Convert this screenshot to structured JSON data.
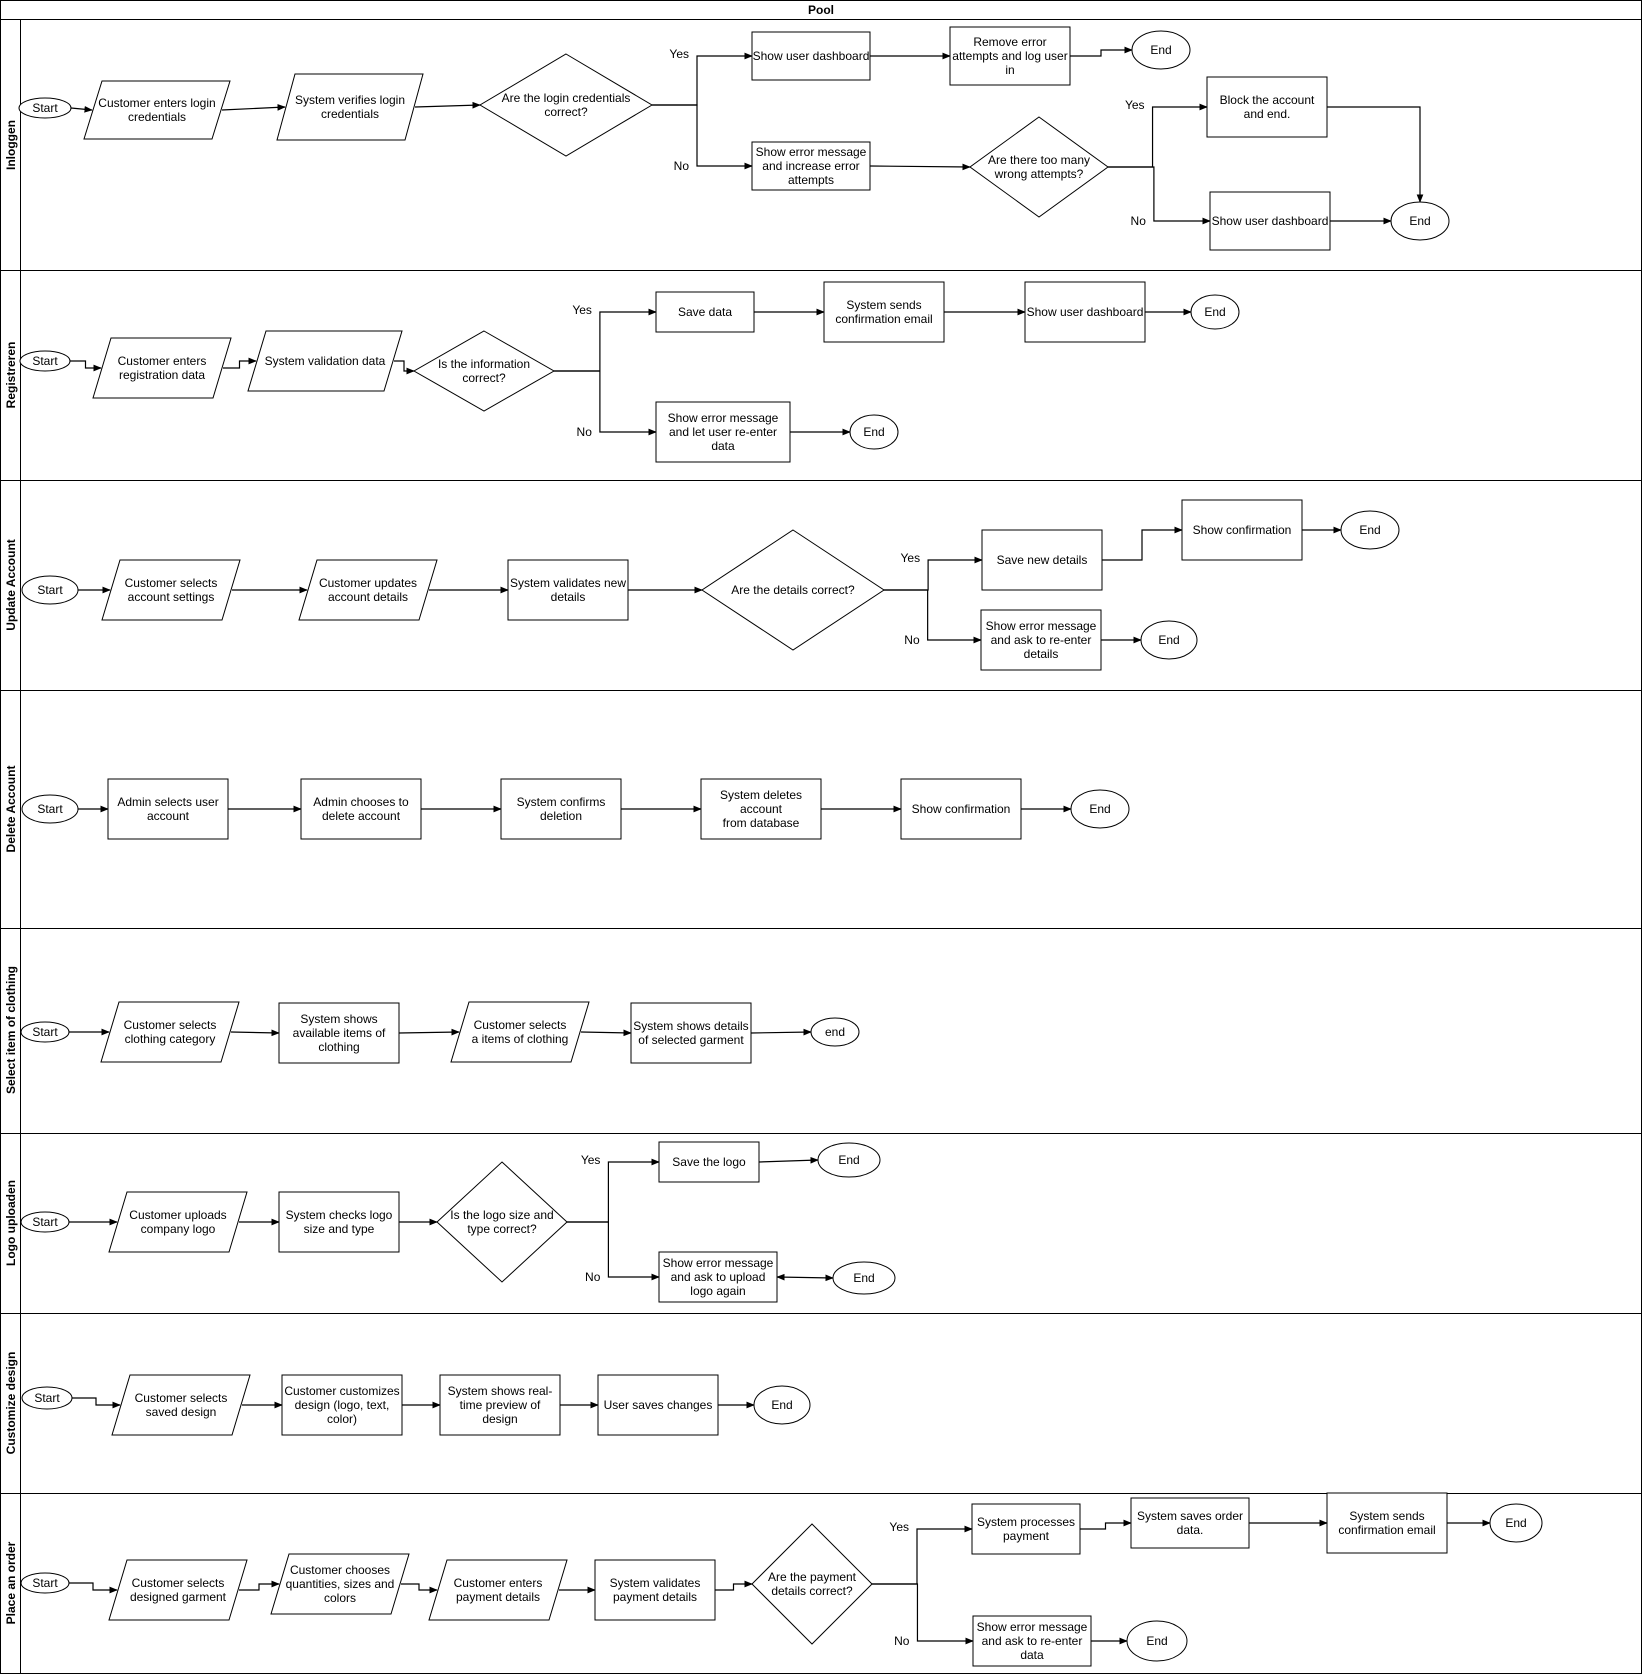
{
  "pool": {
    "title": "Pool"
  },
  "lanes": [
    {
      "name": "Inloggen"
    },
    {
      "name": "Registreren"
    },
    {
      "name": "Update Account"
    },
    {
      "name": "Delete Account"
    },
    {
      "name": "Select item of clothing"
    },
    {
      "name": "Logo uploaden"
    },
    {
      "name": "Customize design"
    },
    {
      "name": "Place an order"
    }
  ],
  "nodes": [
    {
      "id": "l1_start",
      "lane": 0,
      "shape": "ellipse",
      "lines": [
        "Start"
      ]
    },
    {
      "id": "l1_enter",
      "lane": 0,
      "shape": "parallelogram",
      "lines": [
        "Customer enters login",
        "credentials"
      ]
    },
    {
      "id": "l1_verify",
      "lane": 0,
      "shape": "parallelogram",
      "lines": [
        "System verifies login",
        "credentials"
      ]
    },
    {
      "id": "l1_dec",
      "lane": 0,
      "shape": "diamond",
      "lines": [
        "Are the login credentials",
        "correct?"
      ]
    },
    {
      "id": "l1_dash",
      "lane": 0,
      "shape": "rect",
      "lines": [
        "Show user dashboard"
      ]
    },
    {
      "id": "l1_remove",
      "lane": 0,
      "shape": "rect",
      "lines": [
        "Remove error",
        "attempts and log user",
        "in"
      ]
    },
    {
      "id": "l1_end1",
      "lane": 0,
      "shape": "ellipse",
      "lines": [
        "End"
      ]
    },
    {
      "id": "l1_err",
      "lane": 0,
      "shape": "rect",
      "lines": [
        "Show error message",
        "and increase error",
        "attempts"
      ]
    },
    {
      "id": "l1_dec2",
      "lane": 0,
      "shape": "diamond",
      "lines": [
        "Are there too many",
        "wrong attempts?"
      ]
    },
    {
      "id": "l1_block",
      "lane": 0,
      "shape": "rect",
      "lines": [
        "Block the account",
        "and end."
      ]
    },
    {
      "id": "l1_dash2",
      "lane": 0,
      "shape": "rect",
      "lines": [
        "Show user dashboard"
      ]
    },
    {
      "id": "l1_end2",
      "lane": 0,
      "shape": "ellipse",
      "lines": [
        "End"
      ]
    },
    {
      "id": "l2_start",
      "lane": 1,
      "shape": "ellipse",
      "lines": [
        "Start"
      ]
    },
    {
      "id": "l2_enter",
      "lane": 1,
      "shape": "parallelogram",
      "lines": [
        "Customer enters",
        "registration data"
      ]
    },
    {
      "id": "l2_valid",
      "lane": 1,
      "shape": "parallelogram",
      "lines": [
        "System validation data"
      ]
    },
    {
      "id": "l2_dec",
      "lane": 1,
      "shape": "diamond",
      "lines": [
        "Is the information",
        "correct?"
      ]
    },
    {
      "id": "l2_save",
      "lane": 1,
      "shape": "rect",
      "lines": [
        "Save data"
      ]
    },
    {
      "id": "l2_mail",
      "lane": 1,
      "shape": "rect",
      "lines": [
        "System sends",
        "confirmation email"
      ]
    },
    {
      "id": "l2_dash",
      "lane": 1,
      "shape": "rect",
      "lines": [
        "Show user dashboard"
      ]
    },
    {
      "id": "l2_end1",
      "lane": 1,
      "shape": "ellipse",
      "lines": [
        "End"
      ]
    },
    {
      "id": "l2_err",
      "lane": 1,
      "shape": "rect",
      "lines": [
        "Show error message",
        "and let user re-enter",
        "data"
      ]
    },
    {
      "id": "l2_end2",
      "lane": 1,
      "shape": "ellipse",
      "lines": [
        "End"
      ]
    },
    {
      "id": "l3_start",
      "lane": 2,
      "shape": "ellipse",
      "lines": [
        "Start"
      ]
    },
    {
      "id": "l3_sel",
      "lane": 2,
      "shape": "parallelogram",
      "lines": [
        "Customer selects",
        "account settings"
      ]
    },
    {
      "id": "l3_upd",
      "lane": 2,
      "shape": "parallelogram",
      "lines": [
        "Customer updates",
        "account details"
      ]
    },
    {
      "id": "l3_val",
      "lane": 2,
      "shape": "rect",
      "lines": [
        "System validates new",
        "details"
      ]
    },
    {
      "id": "l3_dec",
      "lane": 2,
      "shape": "diamond",
      "lines": [
        "Are the details correct?"
      ]
    },
    {
      "id": "l3_save",
      "lane": 2,
      "shape": "rect",
      "lines": [
        "Save new details"
      ]
    },
    {
      "id": "l3_conf",
      "lane": 2,
      "shape": "rect",
      "lines": [
        "Show confirmation"
      ]
    },
    {
      "id": "l3_end1",
      "lane": 2,
      "shape": "ellipse",
      "lines": [
        "End"
      ]
    },
    {
      "id": "l3_err",
      "lane": 2,
      "shape": "rect",
      "lines": [
        "Show error message",
        "and ask to re-enter",
        "details"
      ]
    },
    {
      "id": "l3_end2",
      "lane": 2,
      "shape": "ellipse",
      "lines": [
        "End"
      ]
    },
    {
      "id": "l4_start",
      "lane": 3,
      "shape": "ellipse",
      "lines": [
        "Start"
      ]
    },
    {
      "id": "l4_sel",
      "lane": 3,
      "shape": "rect",
      "lines": [
        "Admin selects user",
        "account"
      ]
    },
    {
      "id": "l4_choose",
      "lane": 3,
      "shape": "rect",
      "lines": [
        "Admin chooses to",
        "delete account"
      ]
    },
    {
      "id": "l4_confirm",
      "lane": 3,
      "shape": "rect",
      "lines": [
        "System confirms",
        "deletion"
      ]
    },
    {
      "id": "l4_del",
      "lane": 3,
      "shape": "rect",
      "lines": [
        "System deletes",
        "account",
        "from database"
      ]
    },
    {
      "id": "l4_show",
      "lane": 3,
      "shape": "rect",
      "lines": [
        "Show confirmation"
      ]
    },
    {
      "id": "l4_end",
      "lane": 3,
      "shape": "ellipse",
      "lines": [
        "End"
      ]
    },
    {
      "id": "l5_start",
      "lane": 4,
      "shape": "ellipse",
      "lines": [
        "Start"
      ]
    },
    {
      "id": "l5_cat",
      "lane": 4,
      "shape": "parallelogram",
      "lines": [
        "Customer selects",
        "clothing category"
      ]
    },
    {
      "id": "l5_avail",
      "lane": 4,
      "shape": "rect",
      "lines": [
        "System shows",
        "available items of",
        "clothing"
      ]
    },
    {
      "id": "l5_item",
      "lane": 4,
      "shape": "parallelogram",
      "lines": [
        "Customer selects",
        "a items of clothing"
      ]
    },
    {
      "id": "l5_det",
      "lane": 4,
      "shape": "rect",
      "lines": [
        "System shows details",
        "of selected garment"
      ]
    },
    {
      "id": "l5_end",
      "lane": 4,
      "shape": "ellipse",
      "lines": [
        "end"
      ]
    },
    {
      "id": "l6_start",
      "lane": 5,
      "shape": "ellipse",
      "lines": [
        "Start"
      ]
    },
    {
      "id": "l6_up",
      "lane": 5,
      "shape": "parallelogram",
      "lines": [
        "Customer uploads",
        "company logo"
      ]
    },
    {
      "id": "l6_check",
      "lane": 5,
      "shape": "rect",
      "lines": [
        "System checks logo",
        "size and type"
      ]
    },
    {
      "id": "l6_dec",
      "lane": 5,
      "shape": "diamond",
      "lines": [
        "Is the logo size and",
        "type correct?"
      ]
    },
    {
      "id": "l6_save",
      "lane": 5,
      "shape": "rect",
      "lines": [
        "Save the logo"
      ]
    },
    {
      "id": "l6_end1",
      "lane": 5,
      "shape": "ellipse",
      "lines": [
        "End"
      ]
    },
    {
      "id": "l6_err",
      "lane": 5,
      "shape": "rect",
      "lines": [
        "Show error message",
        "and ask to upload",
        "logo again"
      ]
    },
    {
      "id": "l6_end2",
      "lane": 5,
      "shape": "ellipse",
      "lines": [
        "End"
      ]
    },
    {
      "id": "l7_start",
      "lane": 6,
      "shape": "ellipse",
      "lines": [
        "Start"
      ]
    },
    {
      "id": "l7_sel",
      "lane": 6,
      "shape": "parallelogram",
      "lines": [
        "Customer selects",
        "saved design"
      ]
    },
    {
      "id": "l7_cust",
      "lane": 6,
      "shape": "rect",
      "lines": [
        "Customer customizes",
        "design (logo, text,",
        "color)"
      ]
    },
    {
      "id": "l7_prev",
      "lane": 6,
      "shape": "rect",
      "lines": [
        "System shows real-",
        "time preview of",
        "design"
      ]
    },
    {
      "id": "l7_save",
      "lane": 6,
      "shape": "rect",
      "lines": [
        "User saves changes"
      ]
    },
    {
      "id": "l7_end",
      "lane": 6,
      "shape": "ellipse",
      "lines": [
        "End"
      ]
    },
    {
      "id": "l8_start",
      "lane": 7,
      "shape": "ellipse",
      "lines": [
        "Start"
      ]
    },
    {
      "id": "l8_sel",
      "lane": 7,
      "shape": "parallelogram",
      "lines": [
        "Customer selects",
        "designed garment"
      ]
    },
    {
      "id": "l8_qty",
      "lane": 7,
      "shape": "parallelogram",
      "lines": [
        "Customer chooses",
        "quantities, sizes and",
        "colors"
      ]
    },
    {
      "id": "l8_pay",
      "lane": 7,
      "shape": "parallelogram",
      "lines": [
        "Customer enters",
        "payment details"
      ]
    },
    {
      "id": "l8_val",
      "lane": 7,
      "shape": "rect",
      "lines": [
        "System validates",
        "payment details"
      ]
    },
    {
      "id": "l8_dec",
      "lane": 7,
      "shape": "diamond",
      "lines": [
        "Are the payment",
        "details correct?"
      ]
    },
    {
      "id": "l8_proc",
      "lane": 7,
      "shape": "rect",
      "lines": [
        "System processes",
        "payment"
      ]
    },
    {
      "id": "l8_saveo",
      "lane": 7,
      "shape": "rect",
      "lines": [
        "System saves order",
        "data."
      ]
    },
    {
      "id": "l8_mail",
      "lane": 7,
      "shape": "rect",
      "lines": [
        "System sends",
        "confirmation email"
      ]
    },
    {
      "id": "l8_end1",
      "lane": 7,
      "shape": "ellipse",
      "lines": [
        "End"
      ]
    },
    {
      "id": "l8_err",
      "lane": 7,
      "shape": "rect",
      "lines": [
        "Show error message",
        "and ask to re-enter",
        "data"
      ]
    },
    {
      "id": "l8_end2",
      "lane": 7,
      "shape": "ellipse",
      "lines": [
        "End"
      ]
    }
  ],
  "edges": [
    {
      "from": "l1_start",
      "to": "l1_enter"
    },
    {
      "from": "l1_enter",
      "to": "l1_verify"
    },
    {
      "from": "l1_verify",
      "to": "l1_dec"
    },
    {
      "from": "l1_dec",
      "to": "l1_dash",
      "label": "Yes"
    },
    {
      "from": "l1_dash",
      "to": "l1_remove"
    },
    {
      "from": "l1_remove",
      "to": "l1_end1"
    },
    {
      "from": "l1_dec",
      "to": "l1_err",
      "label": "No"
    },
    {
      "from": "l1_err",
      "to": "l1_dec2"
    },
    {
      "from": "l1_dec2",
      "to": "l1_block",
      "label": "Yes"
    },
    {
      "from": "l1_block",
      "to": "l1_end2"
    },
    {
      "from": "l1_dec2",
      "to": "l1_dash2",
      "label": "No"
    },
    {
      "from": "l1_dash2",
      "to": "l1_end2"
    },
    {
      "from": "l2_start",
      "to": "l2_enter"
    },
    {
      "from": "l2_enter",
      "to": "l2_valid"
    },
    {
      "from": "l2_valid",
      "to": "l2_dec"
    },
    {
      "from": "l2_dec",
      "to": "l2_save",
      "label": "Yes"
    },
    {
      "from": "l2_save",
      "to": "l2_mail"
    },
    {
      "from": "l2_mail",
      "to": "l2_dash"
    },
    {
      "from": "l2_dash",
      "to": "l2_end1"
    },
    {
      "from": "l2_dec",
      "to": "l2_err",
      "label": "No"
    },
    {
      "from": "l2_err",
      "to": "l2_end2"
    },
    {
      "from": "l3_start",
      "to": "l3_sel"
    },
    {
      "from": "l3_sel",
      "to": "l3_upd"
    },
    {
      "from": "l3_upd",
      "to": "l3_val"
    },
    {
      "from": "l3_val",
      "to": "l3_dec"
    },
    {
      "from": "l3_dec",
      "to": "l3_save",
      "label": "Yes"
    },
    {
      "from": "l3_save",
      "to": "l3_conf"
    },
    {
      "from": "l3_conf",
      "to": "l3_end1"
    },
    {
      "from": "l3_dec",
      "to": "l3_err",
      "label": "No"
    },
    {
      "from": "l3_err",
      "to": "l3_end2"
    },
    {
      "from": "l4_start",
      "to": "l4_sel"
    },
    {
      "from": "l4_sel",
      "to": "l4_choose"
    },
    {
      "from": "l4_choose",
      "to": "l4_confirm"
    },
    {
      "from": "l4_confirm",
      "to": "l4_del"
    },
    {
      "from": "l4_del",
      "to": "l4_show"
    },
    {
      "from": "l4_show",
      "to": "l4_end"
    },
    {
      "from": "l5_start",
      "to": "l5_cat"
    },
    {
      "from": "l5_cat",
      "to": "l5_avail"
    },
    {
      "from": "l5_avail",
      "to": "l5_item"
    },
    {
      "from": "l5_item",
      "to": "l5_det"
    },
    {
      "from": "l5_det",
      "to": "l5_end"
    },
    {
      "from": "l6_start",
      "to": "l6_up"
    },
    {
      "from": "l6_up",
      "to": "l6_check"
    },
    {
      "from": "l6_check",
      "to": "l6_dec"
    },
    {
      "from": "l6_dec",
      "to": "l6_save",
      "label": "Yes"
    },
    {
      "from": "l6_save",
      "to": "l6_end1"
    },
    {
      "from": "l6_dec",
      "to": "l6_err",
      "label": "No"
    },
    {
      "from": "l6_err",
      "to": "l6_end2",
      "bidirectional": true
    },
    {
      "from": "l7_start",
      "to": "l7_sel"
    },
    {
      "from": "l7_sel",
      "to": "l7_cust"
    },
    {
      "from": "l7_cust",
      "to": "l7_prev"
    },
    {
      "from": "l7_prev",
      "to": "l7_save"
    },
    {
      "from": "l7_save",
      "to": "l7_end"
    },
    {
      "from": "l8_start",
      "to": "l8_sel"
    },
    {
      "from": "l8_sel",
      "to": "l8_qty"
    },
    {
      "from": "l8_qty",
      "to": "l8_pay"
    },
    {
      "from": "l8_pay",
      "to": "l8_val"
    },
    {
      "from": "l8_val",
      "to": "l8_dec"
    },
    {
      "from": "l8_dec",
      "to": "l8_proc",
      "label": "Yes"
    },
    {
      "from": "l8_proc",
      "to": "l8_saveo"
    },
    {
      "from": "l8_saveo",
      "to": "l8_mail"
    },
    {
      "from": "l8_mail",
      "to": "l8_end1"
    },
    {
      "from": "l8_dec",
      "to": "l8_err",
      "label": "No"
    },
    {
      "from": "l8_err",
      "to": "l8_end2"
    }
  ]
}
